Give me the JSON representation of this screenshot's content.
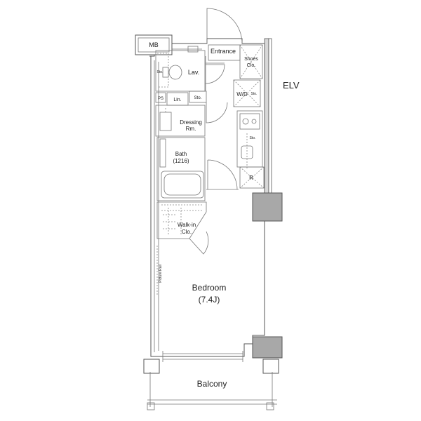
{
  "plan": {
    "rooms": {
      "mb": "MB",
      "entrance": "Entrance",
      "shoes_line1": "Shoes",
      "shoes_line2": "Clo.",
      "lav": "Lav.",
      "sto_toilet": "Sto.",
      "ps": "PS",
      "lin": "Lin.",
      "sto_hall": "Sto.",
      "wd": "W/D",
      "sto_wd": "Sto.",
      "dressing_line1": "Dressing",
      "dressing_line2": "Rm.",
      "sto_kitchen": "Sto.",
      "bath_line1": "Bath",
      "bath_line2": "(1216)",
      "fridge": "R",
      "walkin_line1": "Walk-in",
      "walkin_line2": "Clo.",
      "picture_rail": "Picture Rail",
      "bedroom_line1": "Bedroom",
      "bedroom_line2": "(7.4J)",
      "balcony": "Balcony"
    },
    "external": {
      "elv": "ELV"
    }
  }
}
